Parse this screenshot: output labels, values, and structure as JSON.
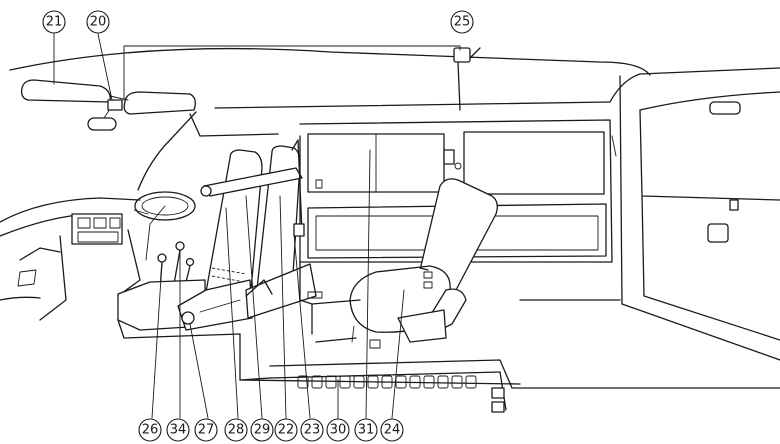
{
  "callouts": [
    {
      "id": "21",
      "label": "㉑"
    },
    {
      "id": "20",
      "label": "⑳"
    },
    {
      "id": "25",
      "label": "㉕"
    },
    {
      "id": "26",
      "label": "㉖"
    },
    {
      "id": "34",
      "label": "㉞"
    },
    {
      "id": "27",
      "label": "㉗"
    },
    {
      "id": "28",
      "label": "㉘"
    },
    {
      "id": "29",
      "label": "㉙"
    },
    {
      "id": "22",
      "label": "㉒"
    },
    {
      "id": "23",
      "label": "㉓"
    },
    {
      "id": "30",
      "label": "㉚"
    },
    {
      "id": "31",
      "label": "㉛"
    },
    {
      "id": "24",
      "label": "㉔"
    }
  ]
}
